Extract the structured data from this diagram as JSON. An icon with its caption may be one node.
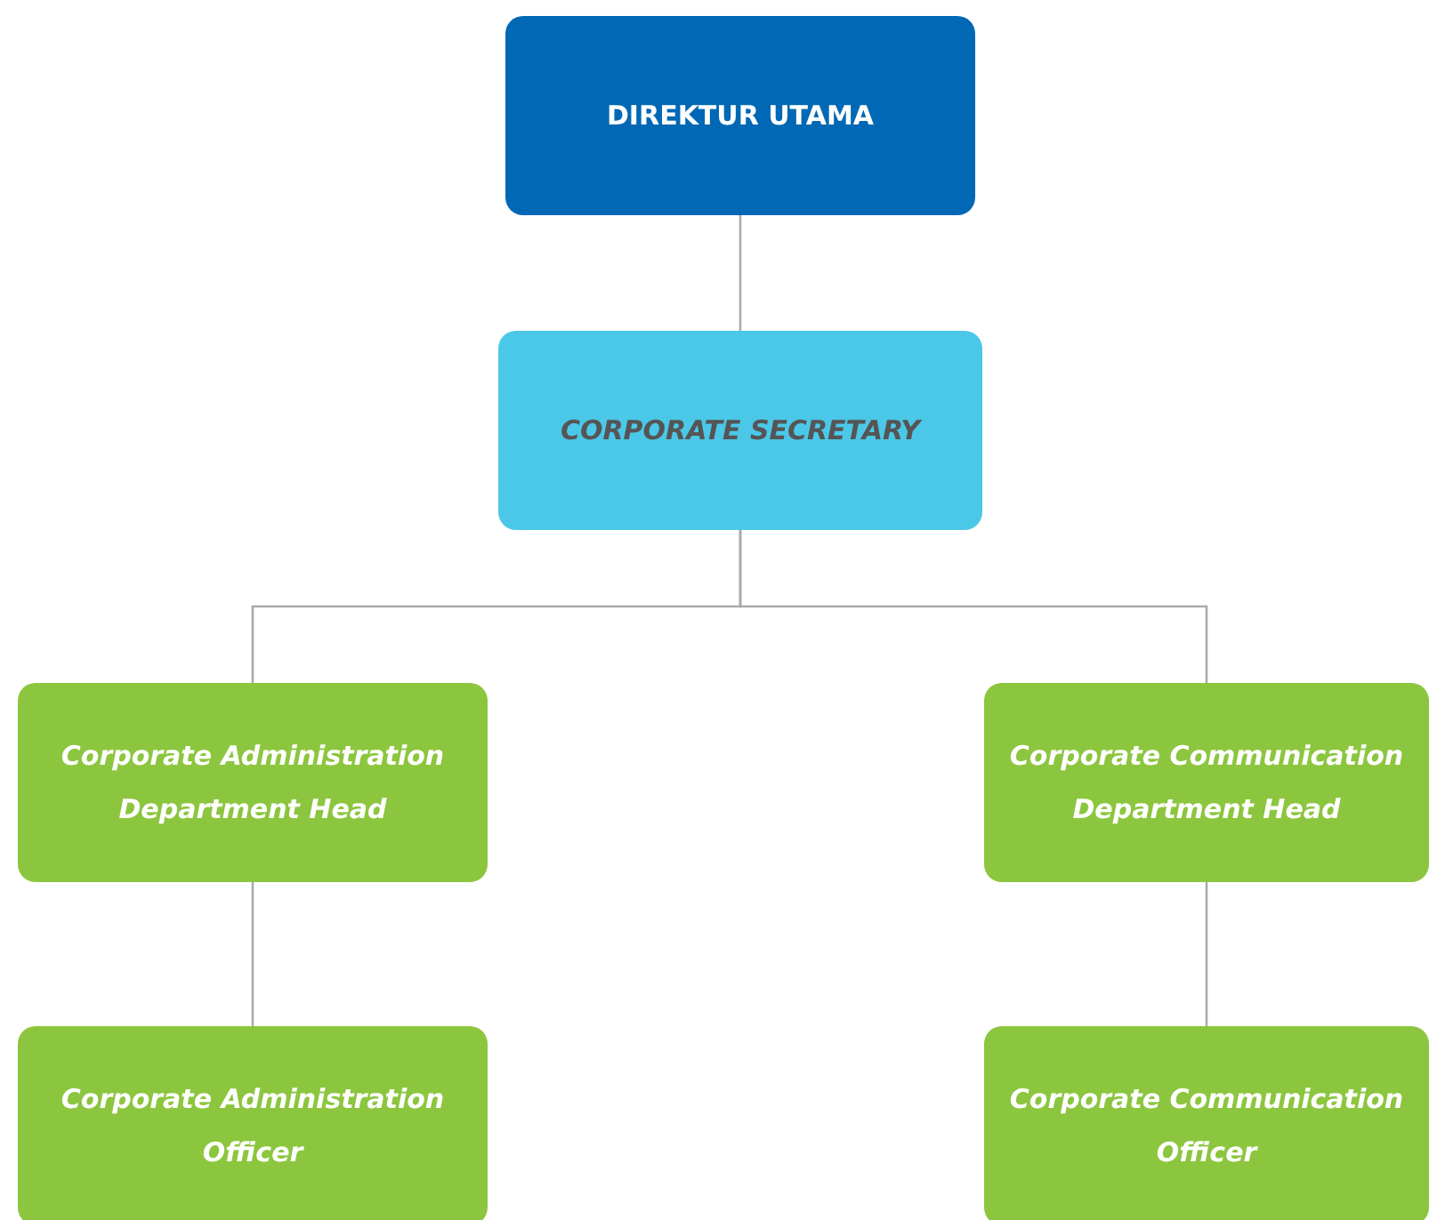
{
  "diagram": {
    "nodes": [
      {
        "text": [
          "DIREKTUR UTAMA"
        ]
      },
      {
        "text": [
          "CORPORATE SECRETARY"
        ]
      },
      {
        "text": [
          "Corporate Administration Department Head"
        ]
      },
      {
        "text": [
          "Corporate Communication Department Head"
        ]
      },
      {
        "text": [
          "Corporate Administration Officer"
        ]
      },
      {
        "text": [
          "Corporate Communication Officer"
        ]
      }
    ],
    "edges": [
      {
        "from": 0,
        "to": 1,
        "arrow": "none"
      },
      {
        "from": 1,
        "to": 2,
        "arrow": "none"
      },
      {
        "from": 1,
        "to": 3,
        "arrow": "none"
      },
      {
        "from": 2,
        "to": 4,
        "arrow": "none"
      },
      {
        "from": 3,
        "to": 5,
        "arrow": "none"
      }
    ]
  }
}
